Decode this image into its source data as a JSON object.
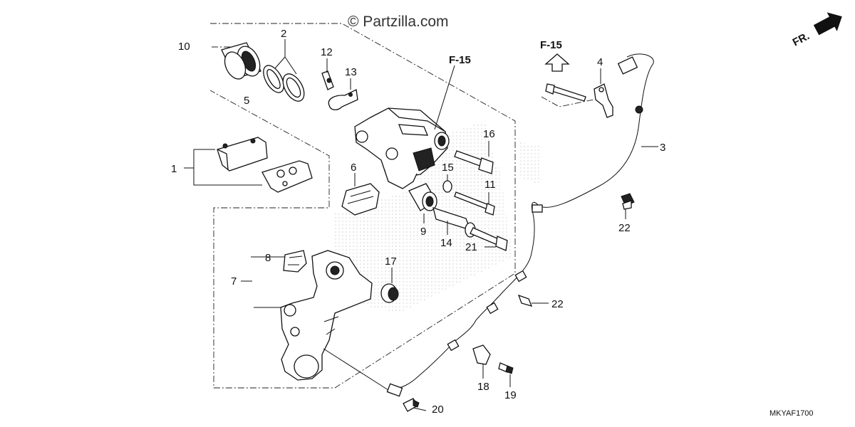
{
  "watermark": "© Partzilla.com",
  "direction_label": "FR.",
  "reference_label": "F-15",
  "drawing_code": "MKYAF1700",
  "callouts": {
    "c1": "1",
    "c2": "2",
    "c3": "3",
    "c4": "4",
    "c5": "5",
    "c6": "6",
    "c7": "7",
    "c8": "8",
    "c9": "9",
    "c10": "10",
    "c11": "11",
    "c12": "12",
    "c13": "13",
    "c14": "14",
    "c15": "15",
    "c16": "16",
    "c17": "17",
    "c18": "18",
    "c19": "19",
    "c20": "20",
    "c21": "21",
    "c22a": "22",
    "c22b": "22"
  }
}
